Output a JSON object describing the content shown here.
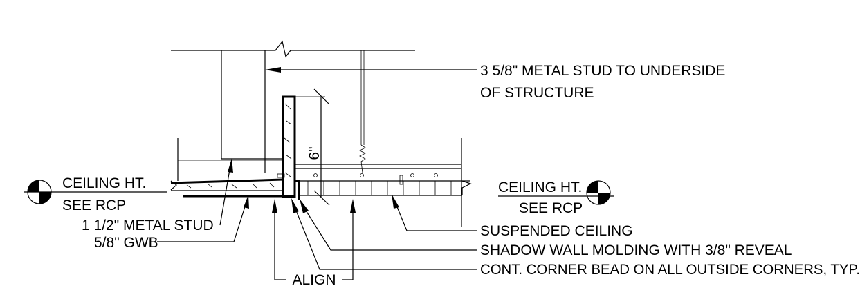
{
  "notes": {
    "metal_stud_structure_line1": "3 5/8\" METAL STUD TO UNDERSIDE",
    "metal_stud_structure_line2": "OF STRUCTURE",
    "suspended_ceiling": "SUSPENDED CEILING",
    "shadow_wall_molding": "SHADOW WALL MOLDING WITH 3/8\" REVEAL",
    "corner_bead": "CONT. CORNER BEAD ON ALL OUTSIDE CORNERS, TYP.",
    "metal_stud_small": "1 1/2\" METAL STUD",
    "gwb": "5/8\" GWB",
    "align": "ALIGN"
  },
  "dimension": {
    "soffit_depth": "6\""
  },
  "ceiling_markers": {
    "left_label": "CEILING HT.",
    "left_sub": "SEE RCP",
    "right_label": "CEILING HT.",
    "right_sub": "SEE RCP"
  }
}
